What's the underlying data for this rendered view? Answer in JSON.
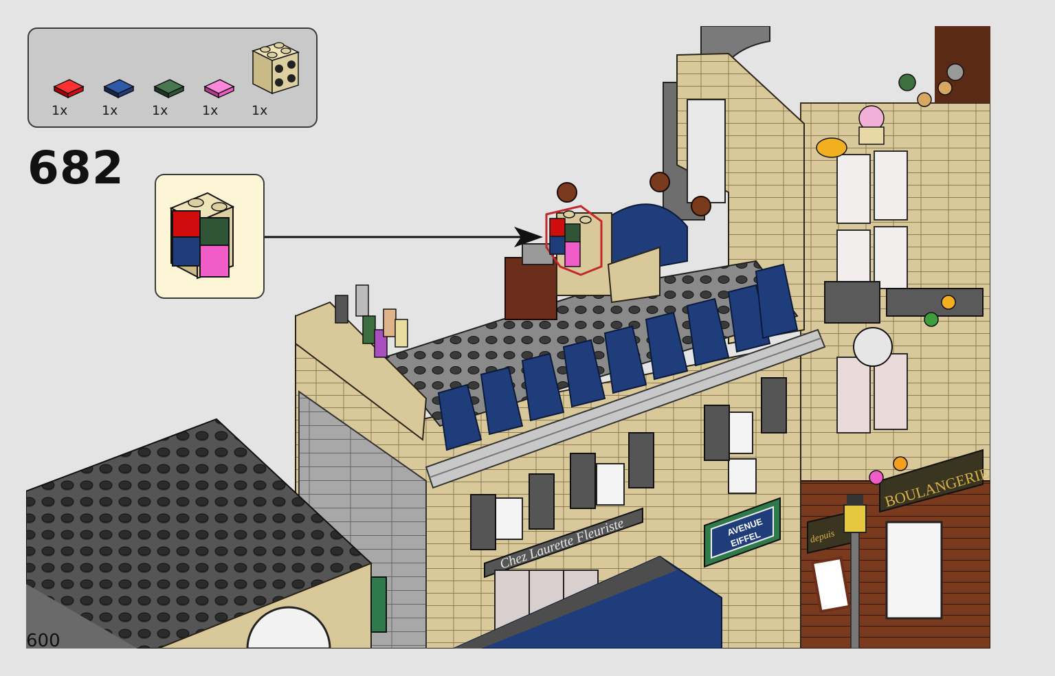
{
  "step": {
    "number": "682"
  },
  "page": {
    "number": "600"
  },
  "parts_list": [
    {
      "name": "red-tile-icon",
      "color": "#d10c0c",
      "qty": "1x"
    },
    {
      "name": "dark-blue-tile-icon",
      "color": "#1f3d7a",
      "qty": "1x"
    },
    {
      "name": "dark-green-tile-icon",
      "color": "#2f5436",
      "qty": "1x"
    },
    {
      "name": "pink-tile-icon",
      "color": "#f05cc8",
      "qty": "1x"
    },
    {
      "name": "tan-brick-2x2-icon",
      "color": "#dccfa0",
      "qty": "1x"
    }
  ],
  "signs": {
    "shop": "Chez Laurette Fleuriste",
    "street_line1": "AVENUE",
    "street_line2": "EIFFEL",
    "bakery": "BOULANGERIE",
    "bakery_sub": "depuis"
  },
  "colors": {
    "background": "#e4e4e4",
    "tan": "#d8c89a",
    "dark_tan": "#a8956a",
    "dark_gray": "#4d4d4d",
    "light_gray": "#9a9a9a",
    "dark_blue": "#1f3d7a",
    "reddish_brown": "#6a2e1a",
    "callout_bg": "#fdf6d6"
  }
}
